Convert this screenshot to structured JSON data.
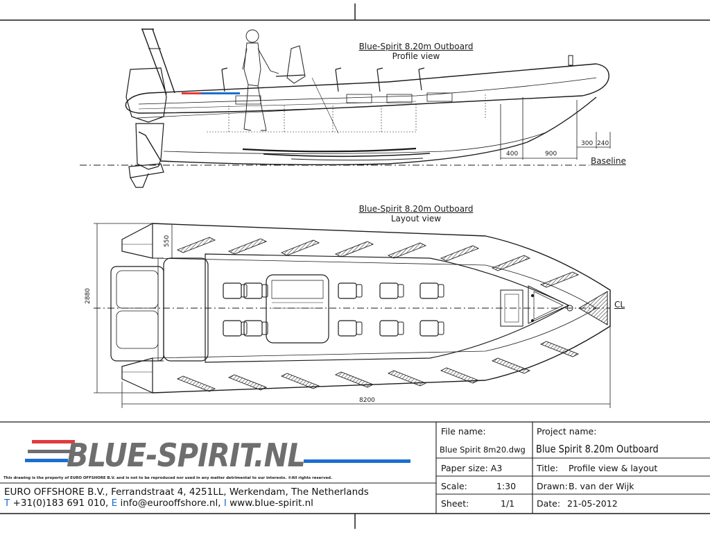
{
  "profile_view": {
    "title": "Blue-Spirit 8.20m Outboard",
    "subtitle": "Profile view",
    "baseline_label": "Baseline",
    "dimensions": [
      "400",
      "900",
      "300",
      "240"
    ]
  },
  "layout_view": {
    "title": "Blue-Spirit 8.20m Outboard",
    "subtitle": "Layout view",
    "centerline_label": "CL",
    "dim_beam": "2880",
    "dim_length": "8200",
    "dim_tube": "550"
  },
  "title_block": {
    "logo_text": "BLUE-SPIRIT.NL",
    "disclaimer": "This drawing is the property of EURO OFFSHORE B.V. and is not to be reproduced nor used in any matter detrimental to our interests. ©All rights reserved.",
    "company_line": "EURO OFFSHORE B.V., Ferrandstraat 4, 4251LL, Werkendam, The Netherlands",
    "contact": {
      "t_letter": "T",
      "phone": "+31(0)183 691 010,",
      "e_letter": "E",
      "email": "info@eurooffshore.nl,",
      "i_letter": "I",
      "web": "www.blue-spirit.nl"
    },
    "file_name_label": "File name:",
    "file_name_value": "Blue Spirit 8m20.dwg",
    "paper_size": "Paper size: A3",
    "scale_label": "Scale:",
    "scale_value": "1:30",
    "sheet_label": "Sheet:",
    "sheet_value": "1/1",
    "project_name_label": "Project name:",
    "project_name_value": "Blue Spirit 8.20m Outboard",
    "title_label": "Title:",
    "title_value": "Profile view & layout",
    "drawn_label": "Drawn:",
    "drawn_value": "B. van der Wijk",
    "date_label": "Date:",
    "date_value": "21-05-2012"
  },
  "colors": {
    "line": "#1a1a1a",
    "logo_red": "#e23a3a",
    "logo_blue": "#1b6fd0",
    "logo_grey": "#6e6e6e"
  }
}
